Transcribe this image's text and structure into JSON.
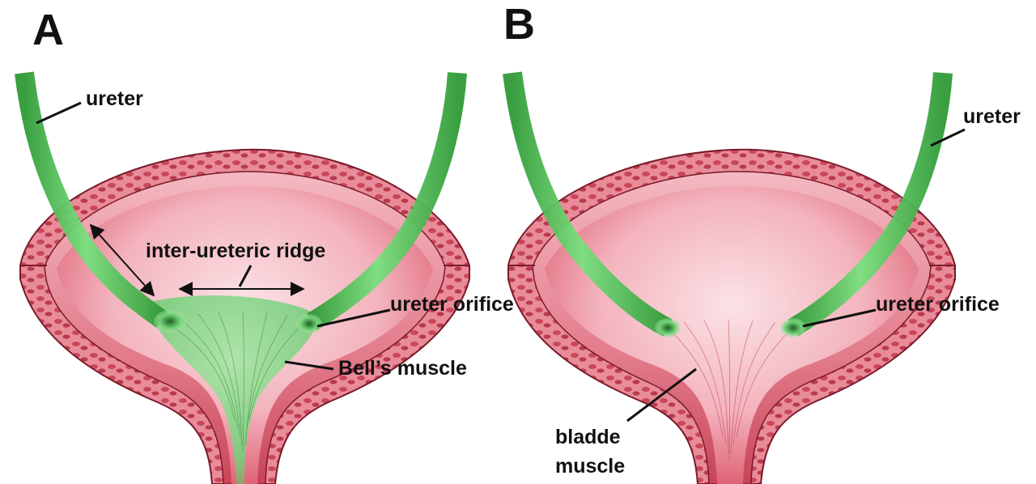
{
  "panels": [
    {
      "letter": "A",
      "labels": {
        "ureter": "ureter",
        "ridge": "inter-ureteric ridge",
        "orifice": "ureter orifice",
        "bells": "Bell’s muscle"
      }
    },
    {
      "letter": "B",
      "labels": {
        "ureter": "ureter",
        "orifice": "ureter orifice",
        "bladder_line1": "bladde",
        "bladder_line2": "muscle"
      }
    }
  ],
  "colors": {
    "wall": "#e88593",
    "wall_dark": "#8a1d2e",
    "lumen": "#f6c4cb",
    "lumen_deep": "#dc5267",
    "ureter": "#4fcf5a",
    "ureter_dark": "#1f8a2a",
    "bells_muscle": "#8fdc92",
    "label_line": "#111111"
  }
}
